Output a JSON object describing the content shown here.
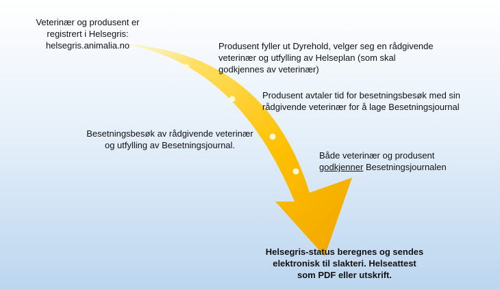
{
  "steps": [
    {
      "lines": [
        "Veterinær og produsent er",
        "registrert i Helsegris:",
        "helsegris.animalia.no"
      ]
    },
    {
      "lines": [
        "Produsent fyller ut Dyrehold, velger seg en rådgivende",
        "veterinær  og utfylling av Helseplan (som skal",
        "godkjennes av veterinær)"
      ]
    },
    {
      "lines": [
        "Produsent avtaler tid for besetningsbesøk med sin",
        "rådgivende veterinær for å lage Besetningsjournal"
      ]
    },
    {
      "lines": [
        "Besetningsbesøk av rådgivende veterinær",
        "og utfylling av Besetningsjournal."
      ]
    },
    {
      "line1": "Både veterinær og produsent",
      "line2_underlined": "godkjenner",
      "line2_rest": " Besetningsjournalen"
    },
    {
      "lines": [
        "Helsegris-status beregnes og sendes",
        "elektronisk til slakteri. Helseattest",
        "som PDF eller utskrift."
      ]
    }
  ],
  "colors": {
    "arrow_light": "#ffe066",
    "arrow_mid": "#ffc000",
    "arrow_dark": "#f0a500",
    "dot": "#fff7d6"
  }
}
